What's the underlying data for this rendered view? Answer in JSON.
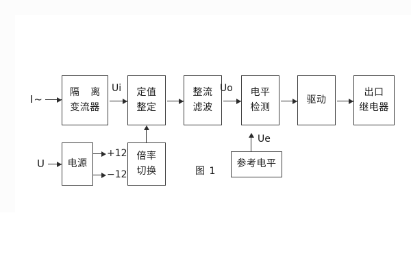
{
  "figure": {
    "caption": "图 1",
    "background_color": "#ffffff",
    "line_color": "#2b2b2b",
    "box_border_color": "#3a3a3a",
    "text_color": "#1a1a1a"
  },
  "inputs": [
    {
      "id": "current-input",
      "label": "I~"
    },
    {
      "id": "voltage-input",
      "label": "U"
    }
  ],
  "signal_labels": [
    {
      "id": "ui",
      "label": "Ui"
    },
    {
      "id": "uo",
      "label": "Uo"
    },
    {
      "id": "ue",
      "label": "Ue"
    }
  ],
  "power_rails": [
    {
      "id": "rail-positive",
      "label": "+12V"
    },
    {
      "id": "rail-negative",
      "label": "−12V"
    }
  ],
  "blocks": {
    "isolation_transformer": {
      "line1": "隔 离",
      "line2": "变流器"
    },
    "setting_adjust": {
      "line1": "定值",
      "line2": "整定"
    },
    "rectify_filter": {
      "line1": "整流",
      "line2": "滤波"
    },
    "level_detect": {
      "line1": "电平",
      "line2": "检测"
    },
    "driver": {
      "line1": "驱动",
      "line2": ""
    },
    "output_relay": {
      "line1": "出口",
      "line2": "继电器"
    },
    "power_supply": {
      "line1": "电源",
      "line2": ""
    },
    "ratio_switch": {
      "line1": "倍率",
      "line2": "切换"
    },
    "reference_level": {
      "line1": "参考电平",
      "line2": ""
    }
  }
}
